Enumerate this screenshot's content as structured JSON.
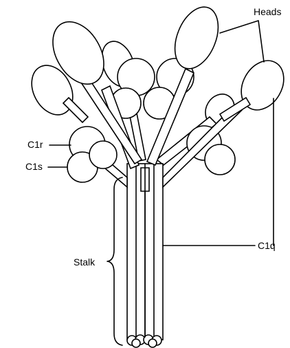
{
  "labels": {
    "heads": "Heads",
    "c1r": "C1r",
    "c1s": "C1s",
    "stalk": "Stalk",
    "c1q": "C1q"
  },
  "colors": {
    "stroke": "#000000",
    "fill": "#ffffff"
  }
}
